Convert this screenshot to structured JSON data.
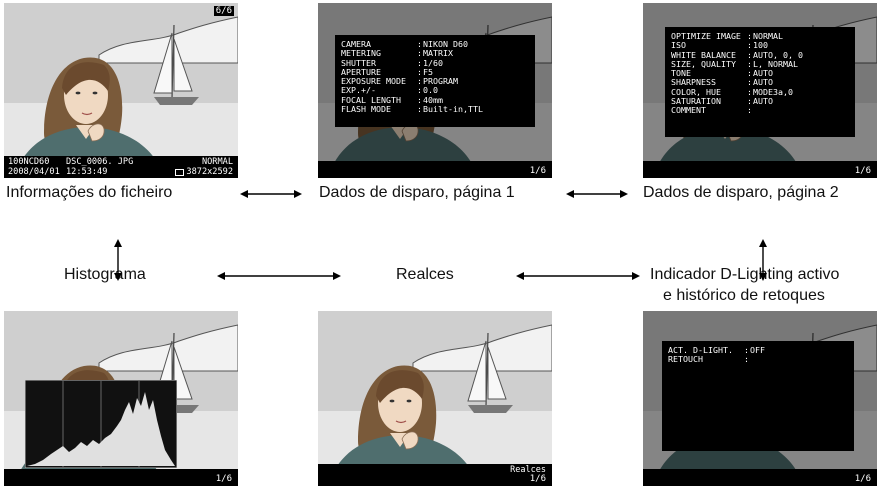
{
  "file_info": {
    "counter": "6/6",
    "folder": "100NCD60",
    "filename": "DSC_0006. JPG",
    "quality": "NORMAL",
    "date": "2008/04/01",
    "time": "12:53:49",
    "size": "3872x2592"
  },
  "shooting1": {
    "rows": [
      {
        "k": "CAMERA",
        "v": "NIKON D60"
      },
      {
        "k": "METERING",
        "v": "MATRIX"
      },
      {
        "k": "SHUTTER",
        "v": "1/60"
      },
      {
        "k": "APERTURE",
        "v": "F5"
      },
      {
        "k": "EXPOSURE MODE",
        "v": "PROGRAM"
      },
      {
        "k": "EXP.+/-",
        "v": "0.0"
      },
      {
        "k": "FOCAL LENGTH",
        "v": "40mm"
      },
      {
        "k": "FLASH MODE",
        "v": "Built-in,TTL"
      }
    ],
    "page": "1/6"
  },
  "shooting2": {
    "rows": [
      {
        "k": "OPTIMIZE IMAGE",
        "v": "NORMAL"
      },
      {
        "k": "ISO",
        "v": "100"
      },
      {
        "k": "WHITE BALANCE",
        "v": "AUTO, 0, 0"
      },
      {
        "k": "SIZE, QUALITY",
        "v": "L, NORMAL"
      },
      {
        "k": "TONE",
        "v": "AUTO"
      },
      {
        "k": "SHARPNESS",
        "v": "AUTO"
      },
      {
        "k": "COLOR, HUE",
        "v": "MODE3a,0"
      },
      {
        "k": "SATURATION",
        "v": "AUTO"
      },
      {
        "k": "COMMENT",
        "v": ""
      }
    ],
    "page": "1/6"
  },
  "histogram_screen": {
    "page": "1/6"
  },
  "highlights_screen": {
    "label": "Realces",
    "page": "1/6"
  },
  "dlighting_screen": {
    "rows": [
      {
        "k": "ACT. D-LIGHT.",
        "v": "OFF"
      },
      {
        "k": "RETOUCH",
        "v": ""
      }
    ],
    "page": "1/6"
  },
  "captions": {
    "file_info": "Informações do ficheiro",
    "shooting1": "Dados de disparo, página 1",
    "shooting2": "Dados de disparo, página 2",
    "histogram": "Histograma",
    "highlights": "Realces",
    "dlighting_line1": "Indicador D-Lighting activo",
    "dlighting_line2": "e histórico de retoques"
  }
}
